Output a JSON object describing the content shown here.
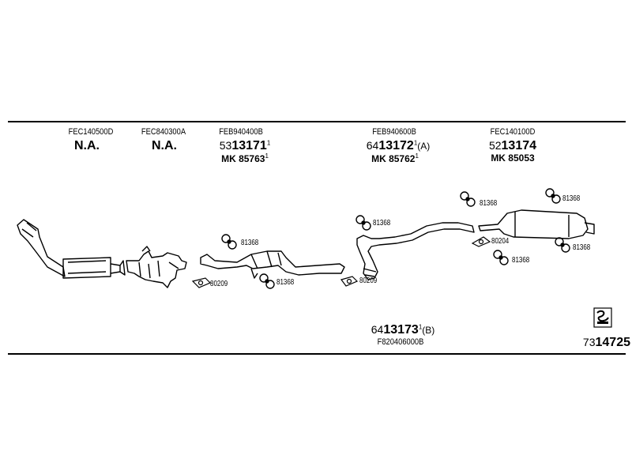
{
  "columns": [
    {
      "code": "FEC140500D",
      "status": "N.A."
    },
    {
      "code": "FEC840300A",
      "status": "N.A."
    },
    {
      "code": "FEB940400B",
      "prefix": "53",
      "number": "13171",
      "sup": "1",
      "suffix": "",
      "mk": "MK 85763",
      "mk_sup": "1"
    },
    {
      "code": "FEB940600B",
      "prefix": "64",
      "number": "13172",
      "sup": "1",
      "suffix": "(A)",
      "mk": "MK 85762",
      "mk_sup": "1"
    },
    {
      "code": "FEC140100D",
      "prefix": "52",
      "number": "13174",
      "sup": "",
      "suffix": "",
      "mk": "MK 85053",
      "mk_sup": ""
    }
  ],
  "bottom_part": {
    "prefix": "64",
    "number": "13173",
    "sup": "1",
    "suffix": "(B)",
    "code": "F820406000B"
  },
  "part_labels": {
    "hanger_1": "81368",
    "hanger_2": "81368",
    "hanger_3": "81368",
    "hanger_4": "81368",
    "hanger_5": "81368",
    "hanger_6": "81368",
    "hanger_7": "81368",
    "gasket_1": "80209",
    "gasket_2": "80209",
    "gasket_3": "80204"
  },
  "footer": {
    "prefix": "73",
    "number": "14725"
  },
  "icon": "parts-logo-icon"
}
